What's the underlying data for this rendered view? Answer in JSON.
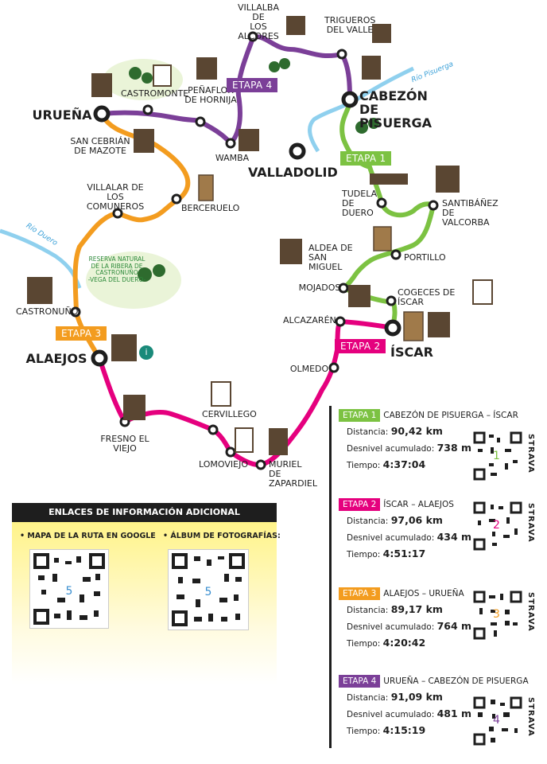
{
  "colors": {
    "etapa1": "#7cc242",
    "etapa2": "#e5007e",
    "etapa3": "#f39c1f",
    "etapa4": "#7b3f98",
    "river": "#7cc3e6",
    "ink": "#1e1e1e"
  },
  "towns": {
    "villalba": "VILLALBA DE\nLOS ALCORES",
    "trigueros": "TRIGUEROS\nDEL VALLE",
    "rio_pisuerga": "Río Pisuerga",
    "cabezon": "CABEZÓN DE\nPISUERGA",
    "castromonte": "CASTROMONTE",
    "penaflor": "PEÑAFLOR\nDE HORNIJA",
    "uruena": "URUEÑA",
    "san_cebrian": "SAN CEBRIÁN\nDE MAZOTE",
    "wamba": "WAMBA",
    "valladolid": "VALLADOLID",
    "villalar": "VILLALAR DE\nLOS COMUNEROS",
    "bercerulo": "BERCERUELO",
    "tudela": "TUDELA\nDE DUERO",
    "santibanez": "SANTIBÁÑEZ\nDE VALCORBA",
    "rio_duero": "Río Duero",
    "aldea": "ALDEA DE\nSAN MIGUEL",
    "portillo": "PORTILLO",
    "reserva": "RESERVA NATURAL\nDE LA RIBERA DE\nCASTRONUÑO\n-VEGA DEL DUERO-",
    "mojados": "MOJADOS",
    "cogeces": "COGECES DE ÍSCAR",
    "castronuno": "CASTRONUÑO",
    "alcazaren": "ALCAZARÉN",
    "iscar": "ÍSCAR",
    "alaejos": "ALAEJOS",
    "olmedo": "OLMEDO",
    "cervillego": "CERVILLEGO",
    "fresno": "FRESNO EL VIEJO",
    "lomoviejo": "LOMOVIEJO",
    "muriel": "MURIEL DE\nZAPARDIEL"
  },
  "map_tags": {
    "etapa1": "ETAPA 1",
    "etapa2": "ETAPA 2",
    "etapa3": "ETAPA 3",
    "etapa4": "ETAPA 4",
    "info_icon": "i"
  },
  "links": {
    "title": "ENLACES DE INFORMACIÓN ADICIONAL",
    "maps_label": "• MAPA DE LA RUTA EN GOOGLE",
    "album_label": "• ÁLBUM DE FOTOGRAFÍAS:"
  },
  "stages": [
    {
      "tag": "ETAPA 1",
      "route": "CABEZÓN DE PISUERGA – ÍSCAR",
      "dist_label": "Distancia:",
      "dist": "90,42 km",
      "desn_label": "Desnivel acumulado:",
      "desn": "738 m",
      "time_label": "Tiempo:",
      "time": "4:37:04",
      "qr_num": "1"
    },
    {
      "tag": "ETAPA 2",
      "route": "ÍSCAR – ALAEJOS",
      "dist_label": "Distancia:",
      "dist": "97,06 km",
      "desn_label": "Desnivel acumulado:",
      "desn": "434 m",
      "time_label": "Tiempo:",
      "time": "4:51:17",
      "qr_num": "2"
    },
    {
      "tag": "ETAPA 3",
      "route": "ALAEJOS – URUEÑA",
      "dist_label": "Distancia:",
      "dist": "89,17 km",
      "desn_label": "Desnivel acumulado:",
      "desn": "764 m",
      "time_label": "Tiempo:",
      "time": "4:20:42",
      "qr_num": "3"
    },
    {
      "tag": "ETAPA 4",
      "route": "URUEÑA – CABEZÓN DE PISUERGA",
      "dist_label": "Distancia:",
      "dist": "91,09  km",
      "desn_label": "Desnivel acumulado:",
      "desn": "481 m",
      "time_label": "Tiempo:",
      "time": "4:15:19",
      "qr_num": "4"
    }
  ],
  "strava": "STRAVA"
}
